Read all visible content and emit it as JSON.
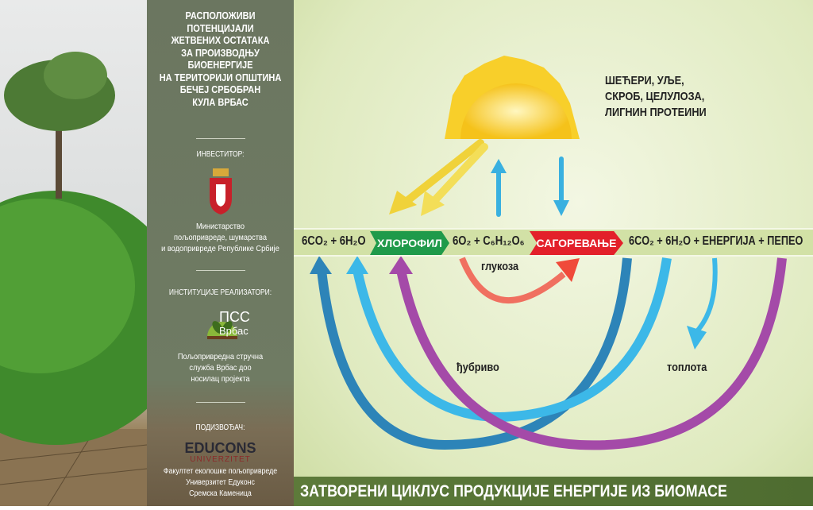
{
  "panel": {
    "title_lines": [
      "РАСПОЛОЖИВИ",
      "ПОТЕНЦИЈАЛИ",
      "ЖЕТВЕНИХ ОСТАТАКА",
      "ЗА ПРОИЗВОДЊУ",
      "БИОЕНЕРГИЈЕ",
      "НА ТЕРИТОРИЈИ ОПШТИНА",
      "БЕЧЕЈ СРБОБРАН",
      "КУЛА ВРБАС"
    ],
    "investor_label": "ИНВЕСТИТОР:",
    "investor_lines": [
      "Министарство",
      "пољопривреде, шумарства",
      "и водопривреде Републике Србије"
    ],
    "implementers_label": "ИНСТИТУЦИЈЕ РЕАЛИЗАТОРИ:",
    "pss_logo": [
      "ПСС",
      "Врбас"
    ],
    "implementer_lines": [
      "Пољопривредна стручна",
      "служба Врбас доо",
      "носилац пројекта"
    ],
    "subcontractor_label": "ПОДИЗВОЂАЧ:",
    "educons_logo": [
      "EDUCONS",
      "UNIVERZITET"
    ],
    "subcontractor_lines": [
      "Факултет еколошке пољопривреде",
      "Универзитет Едуконс",
      "Сремска Каменица"
    ]
  },
  "diagram": {
    "products": [
      "ШЕЋЕРИ, УЉЕ,",
      "СКРОБ, ЦЕЛУЛОЗА,",
      "ЛИГНИН ПРОТЕИНИ"
    ],
    "eq1": "6CO₂ + 6H₂O",
    "step1": "ХЛОРОФИЛ",
    "eq2": "6O₂ + C₆H₁₂O₆",
    "step2": "САГОРЕВАЊЕ",
    "eq3": "6CO₂ + 6H₂O + ЕНЕРГИЈА + ПЕПЕО",
    "glucose": "глукоза",
    "fertilizer": "ђубриво",
    "heat": "топлота",
    "colors": {
      "chlorophyll": "#1f9a4a",
      "combustion": "#e3202a"
    }
  },
  "footer": "ЗАТВОРЕНИ ЦИКЛУС ПРОДУКЦИЈЕ ЕНЕРГИЈЕ ИЗ БИОМАСЕ"
}
